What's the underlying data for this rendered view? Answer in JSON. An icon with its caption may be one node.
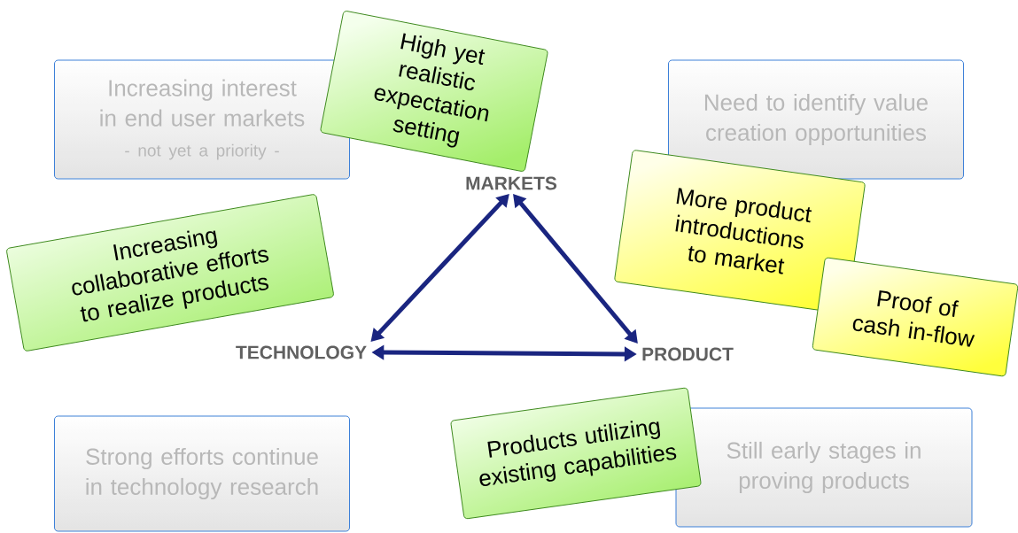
{
  "diagram": {
    "nodes": [
      {
        "text": [
          "Increasing interest in end user markets",
          "- not yet a priority -"
        ]
      },
      {
        "text": [
          "High yet realistic expectation setting"
        ]
      },
      {
        "text": [
          "Need to identify value creation opportunities"
        ]
      },
      {
        "text": [
          "More product introductions to market"
        ]
      },
      {
        "text": [
          "Proof of cash in-flow"
        ]
      },
      {
        "text": [
          "Increasing collaborative efforts to realize products"
        ]
      },
      {
        "text": [
          "MARKETS"
        ]
      },
      {
        "text": [
          "TECHNOLOGY"
        ]
      },
      {
        "text": [
          "PRODUCT"
        ]
      },
      {
        "text": [
          "Strong efforts continue in technology research"
        ]
      },
      {
        "text": [
          "Still early stages in proving products"
        ]
      },
      {
        "text": [
          "Products utilizing existing capabilities"
        ]
      }
    ],
    "edges": [
      {
        "from": 6,
        "to": 8,
        "arrow": "both"
      },
      {
        "from": 7,
        "to": 8,
        "arrow": "both"
      },
      {
        "from": 7,
        "to": 6,
        "arrow": "both"
      }
    ]
  }
}
